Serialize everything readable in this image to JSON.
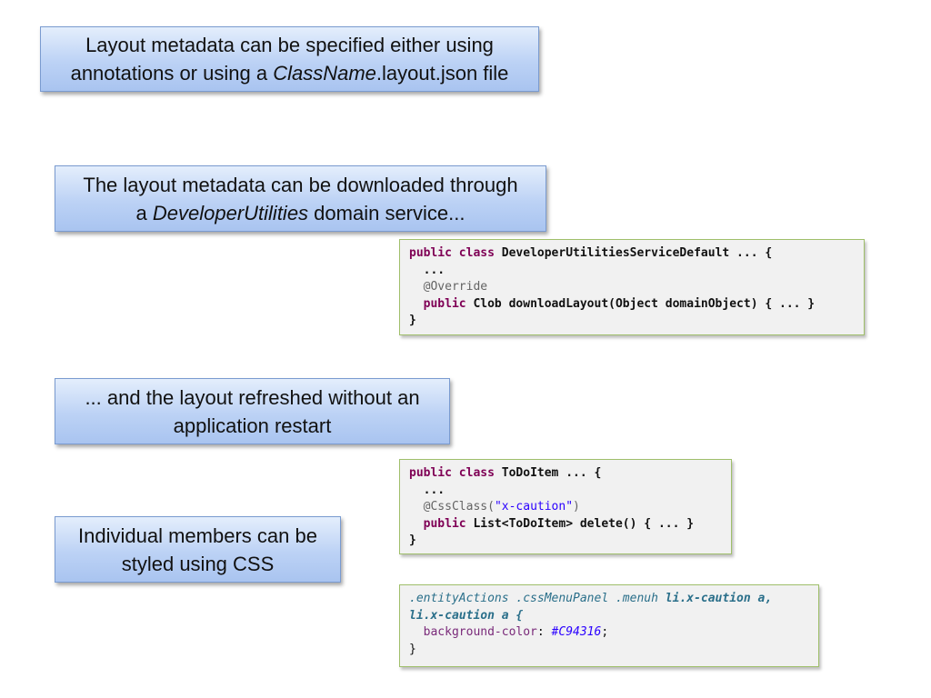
{
  "callouts": [
    {
      "line1": "Layout metadata can be specified either using",
      "line2_before": "annotations or using a ",
      "line2_italic": "ClassName",
      "line2_after": ".layout.json file"
    },
    {
      "line1": "The layout metadata can be downloaded through",
      "line2_before": "a ",
      "line2_italic": "DeveloperUtilities",
      "line2_after": " domain service..."
    },
    {
      "line1": "... and the layout refreshed without an",
      "line2": "application restart"
    },
    {
      "line1": "Individual members can be",
      "line2": "styled using CSS"
    }
  ],
  "code1": {
    "l1_kw1": "public",
    "l1_kw2": "class",
    "l1_rest": " DeveloperUtilitiesServiceDefault ... {",
    "l2": "  ...",
    "l3": "  @Override",
    "l4_kw": "public",
    "l4_rest": " Clob downloadLayout(Object domainObject) { ... }",
    "l5": "}"
  },
  "code2": {
    "l1_kw1": "public",
    "l1_kw2": "class",
    "l1_rest": " ToDoItem ... {",
    "l2": "  ...",
    "l3_ann": "@CssClass(",
    "l3_str": "\"x-caution\"",
    "l3_end": ")",
    "l4_kw": "public",
    "l4_rest": " List<ToDoItem> delete() { ... }",
    "l5": "}"
  },
  "code3": {
    "l1_sel": ".entityActions .cssMenuPanel .menuh ",
    "l1_selb": "li.x-caution a,",
    "l2_sel": "li.x-caution a {",
    "l3_prop": "background-color",
    "l3_colon": ": ",
    "l3_val": "#C94316",
    "l3_end": ";",
    "l4": "}"
  }
}
